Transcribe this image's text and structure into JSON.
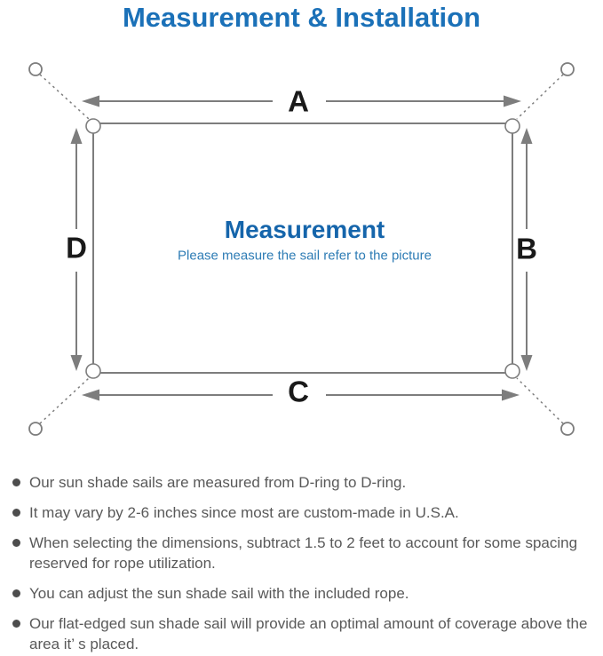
{
  "page": {
    "title": "Measurement & Installation"
  },
  "diagram": {
    "side_labels": {
      "top": "A",
      "right": "B",
      "bottom": "C",
      "left": "D"
    },
    "center": {
      "heading": "Measurement",
      "subheading": "Please measure the sail refer to the picture"
    },
    "icons": [
      "mounting-ring-icon x4 (corners)",
      "dashed-rope-line x4",
      "dimension-arrow x8",
      "sail-outline with corner D-rings"
    ]
  },
  "notes": [
    "Our sun shade sails are measured from D-ring to D-ring.",
    "It may vary by 2-6 inches since most are custom-made in U.S.A.",
    "When selecting the dimensions, subtract 1.5 to 2 feet to account for some spacing reserved for rope utilization.",
    "You can adjust the sun shade sail with the included rope.",
    "Our flat-edged sun shade sail will provide an optimal amount of coverage above the area it’ s placed."
  ],
  "colors": {
    "title_blue": "#1b71b8",
    "center_heading_blue": "#1565ab",
    "center_subheading_blue": "#2e7cb5",
    "label_black": "#1a1a1a",
    "line_gray": "#7d7d7d",
    "note_text_gray": "#595959",
    "bullet_gray": "#4d4d4d"
  }
}
